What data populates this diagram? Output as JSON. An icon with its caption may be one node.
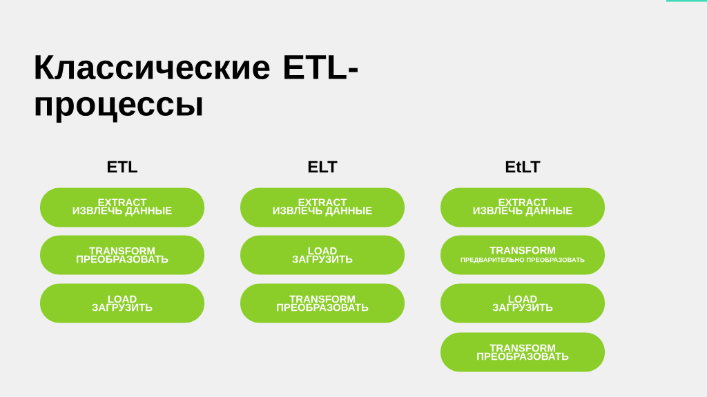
{
  "diagram": {
    "title": "Классические ETL-процессы",
    "nodes": [
      {
        "text": [
          "EXTRACT",
          "ИЗВЛЕЧЬ ДАННЫЕ"
        ]
      },
      {
        "text": [
          "TRANSFORM",
          "ПРЕОБРАЗОВАТЬ"
        ]
      },
      {
        "text": [
          "LOAD",
          "ЗАГРУЗИТЬ"
        ]
      },
      {
        "text": [
          "EXTRACT",
          "ИЗВЛЕЧЬ ДАННЫЕ"
        ]
      },
      {
        "text": [
          "LOAD",
          "ЗАГРУЗИТЬ"
        ]
      },
      {
        "text": [
          "TRANSFORM",
          "ПРЕОБРАЗОВАТЬ"
        ]
      },
      {
        "text": [
          "EXTRACT",
          "ИЗВЛЕЧЬ ДАННЫЕ"
        ]
      },
      {
        "text": [
          "TRANSFORM",
          "ПРЕДВАРИТЕЛЬНО ПРЕОБРАЗОВАТЬ"
        ]
      },
      {
        "text": [
          "LOAD",
          "ЗАГРУЗИТЬ"
        ]
      },
      {
        "text": [
          "TRANSFORM",
          "ПРЕОБРАЗОВАТЬ"
        ]
      }
    ],
    "labels": [
      "ETL",
      "ELT",
      "EtLT"
    ]
  }
}
